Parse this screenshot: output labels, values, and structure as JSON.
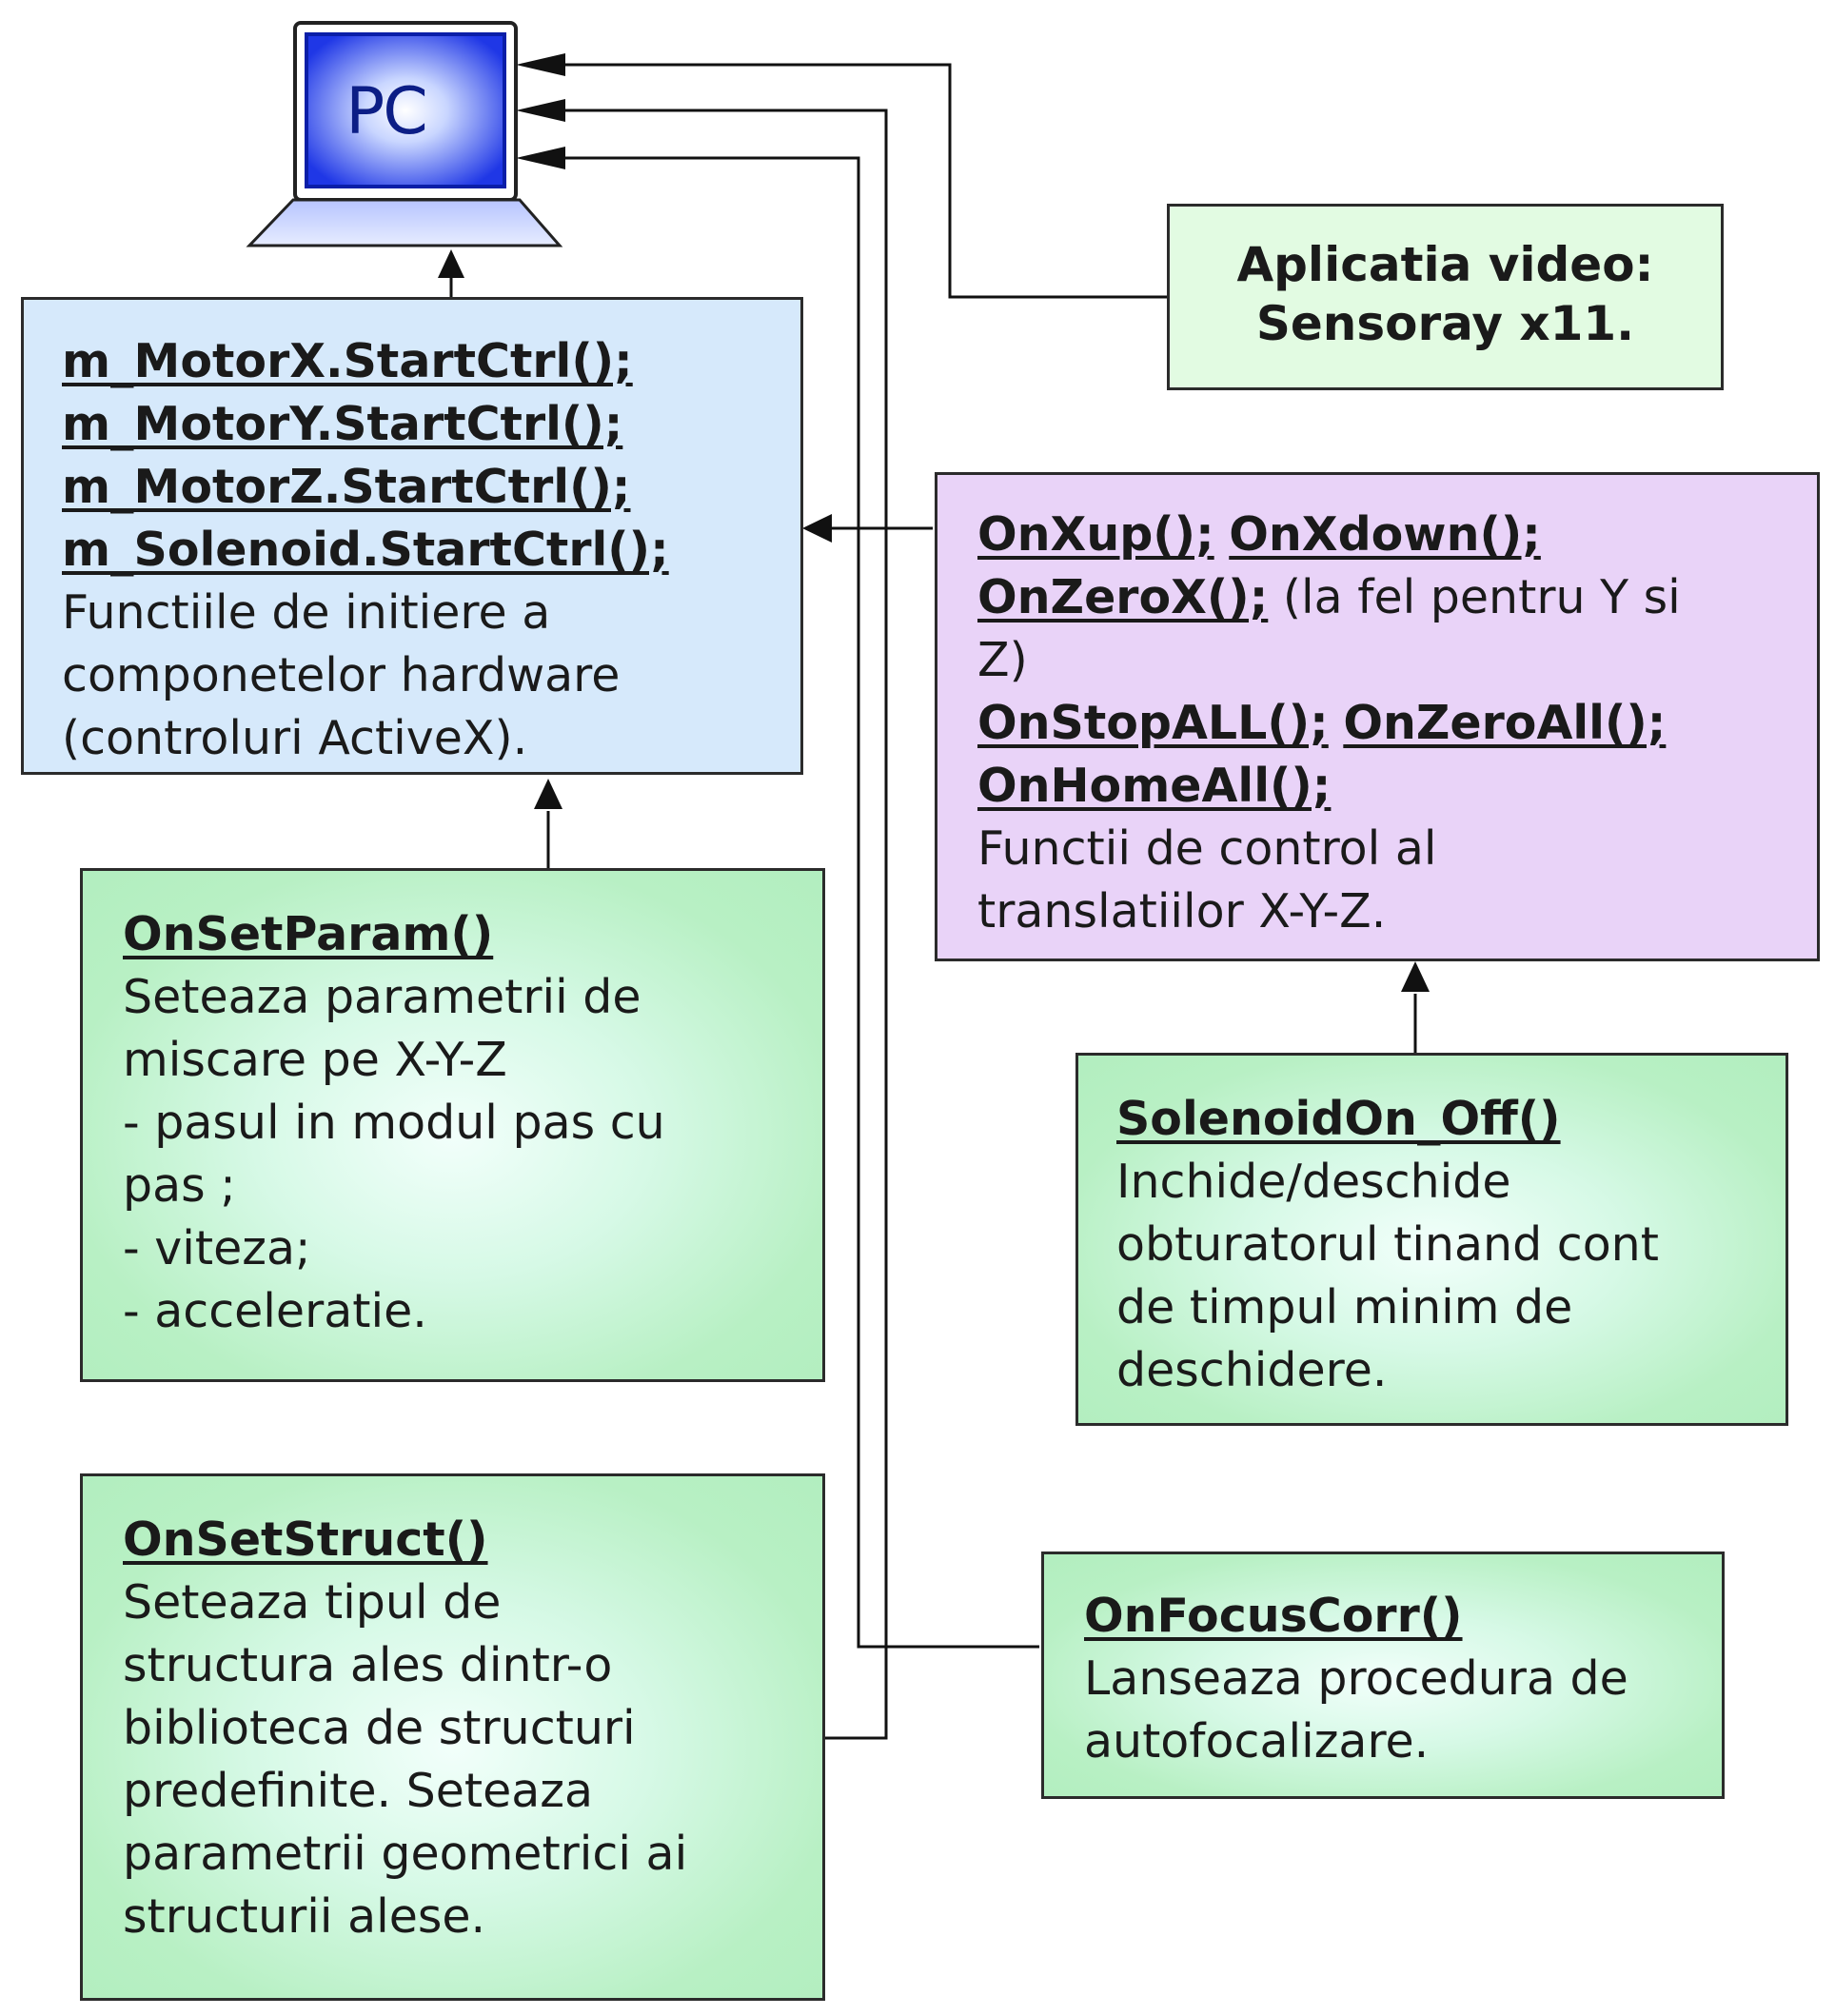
{
  "pc": {
    "label": "PC"
  },
  "video_app": {
    "lines": [
      "Aplicatia video:",
      "Sensoray x11."
    ]
  },
  "init_box": {
    "code_lines": [
      "m_MotorX.StartCtrl();",
      "m_MotorY.StartCtrl();",
      "m_MotorZ.StartCtrl();",
      "m_Solenoid.StartCtrl();"
    ],
    "description": [
      "Functiile de initiere a",
      "componetelor hardware",
      "(controluri ActiveX)."
    ]
  },
  "translation_box": {
    "line1_code_a": "OnXup();",
    "line1_code_b": "OnXdown();",
    "line2_code": "OnZeroX();",
    "line2_text": "(la fel pentru Y si",
    "line3_text": "Z)",
    "line4_code_a": "OnStopALL();",
    "line4_code_b": "OnZeroAll();",
    "line5_code": "OnHomeAll();",
    "description": [
      "Functii de control al",
      "translatiilor X-Y-Z."
    ]
  },
  "set_param_box": {
    "title": "OnSetParam()",
    "lines": [
      "Seteaza parametrii de",
      "miscare pe X-Y-Z",
      "- pasul in modul pas cu",
      "pas ;",
      "- viteza;",
      "- acceleratie."
    ]
  },
  "solenoid_box": {
    "title": "SolenoidOn_Off()",
    "lines": [
      "Inchide/deschide",
      "obturatorul tinand cont",
      "de timpul minim de",
      "deschidere."
    ]
  },
  "set_struct_box": {
    "title": "OnSetStruct()",
    "lines": [
      "Seteaza tipul de",
      "structura ales dintr-o",
      "biblioteca de structuri",
      "predefinite. Seteaza",
      "parametrii geometrici ai",
      "structurii alese."
    ]
  },
  "focus_box": {
    "title": "OnFocusCorr()",
    "lines": [
      "Lanseaza procedura de",
      "autofocalizare."
    ]
  }
}
